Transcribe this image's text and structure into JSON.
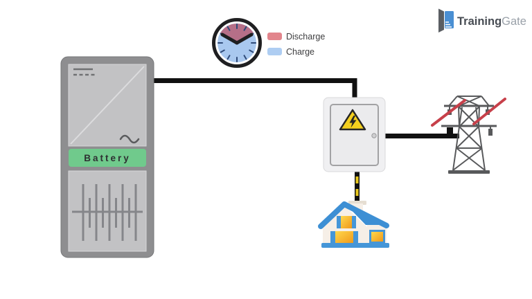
{
  "legend": {
    "items": [
      {
        "label": "Discharge",
        "color": "#e2858c"
      },
      {
        "label": "Charge",
        "color": "#aecdf2"
      }
    ],
    "text_color": "#3c3c3e"
  },
  "clock": {
    "charge_color": "#a9c8ef",
    "discharge_color": "#b66f88",
    "ring_color": "#1f1f21",
    "tick_color": "#2f4a78"
  },
  "battery": {
    "label": "Battery",
    "label_bg": "#70ca8c",
    "label_text_color": "#2e3032",
    "cabinet_color": "#8e8e90",
    "panel_color": "#c2c2c4"
  },
  "panel": {
    "body_color": "#f0f0f2",
    "door_color": "#ebebed",
    "warning_color": "#f3cf1e"
  },
  "house": {
    "roof_color": "#3d8fd4",
    "wall_color": "#f6efe7",
    "window_color": "#f6a71f",
    "base_color": "#4596d8"
  },
  "grid_tower": {
    "color": "#58595b",
    "disconnect_color": "#c7404a"
  },
  "wires": {
    "color": "#111111",
    "stripe_color": "#e8c81e"
  },
  "logo": {
    "brand_bold": "Training",
    "brand_light": "Gate",
    "icon_color": "#4a8fd3",
    "door_color": "#5a5e63",
    "text_bold_color": "#474c53",
    "text_light_color": "#9aa1a9"
  }
}
